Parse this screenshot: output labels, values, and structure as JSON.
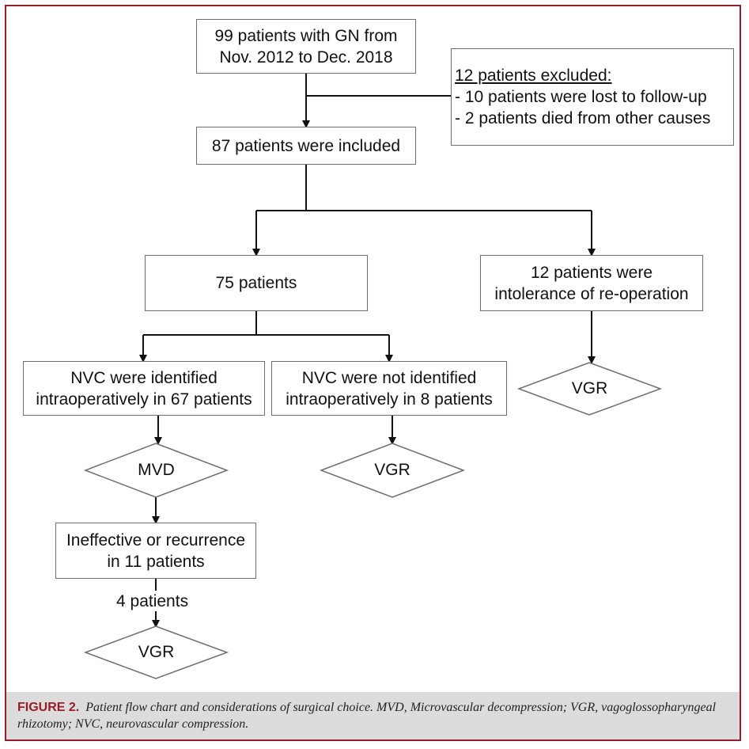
{
  "colors": {
    "frame": "#9a1c2a",
    "box_border": "#6e6e6e",
    "caption_bg": "#dcdcdc",
    "figure_label": "#9a1c2a"
  },
  "flowchart": {
    "start_box": {
      "line1": "99 patients with GN from",
      "line2": "Nov. 2012 to Dec. 2018"
    },
    "excluded_box": {
      "heading": "12 patients excluded:",
      "item1": "- 10 patients were lost to follow-up",
      "item2": "- 2 patients died from other causes"
    },
    "included_box": {
      "text": "87 patients were included"
    },
    "branch_75": {
      "text": "75 patients"
    },
    "branch_12": {
      "line1": "12 patients  were",
      "line2": "intolerance of re-operation"
    },
    "nvc_identified": {
      "line1": "NVC were identified",
      "line2": "intraoperatively in 67 patients"
    },
    "nvc_not_identified": {
      "line1": "NVC  were not identified",
      "line2": "intraoperatively in 8 patients"
    },
    "diamond_vgr_right": "VGR",
    "diamond_mvd": "MVD",
    "diamond_vgr_middle": "VGR",
    "ineffective_box": {
      "line1": "Ineffective or recurrence",
      "line2": "in 11 patients"
    },
    "four_patients_label": "4 patients",
    "diamond_vgr_bottom": "VGR"
  },
  "caption": {
    "figure_label": "FIGURE 2.",
    "text": "Patient flow chart and considerations of surgical choice. MVD, Microvascular decompression; VGR, vagoglossopharyngeal rhizotomy; NVC, neurovascular compression."
  }
}
